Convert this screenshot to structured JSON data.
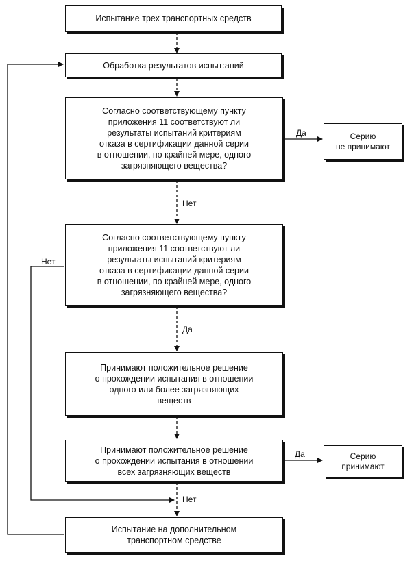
{
  "boxes": {
    "start": "Испытание трех транспортных средств",
    "processing": "Обработка результатов испыт:аний",
    "question1": "Согласно соответствующему пункту\nприложения 11 соответствуют ли\nрезультаты испытаний критериям\nотказа в сертификации данной серии\nв отношении, по  крайней мере, одного\nзагрязняющего вещества?",
    "reject": "Серию\nне принимают",
    "question2": "Согласно соответствующему пункту\nприложения 11 соответствуют ли\nрезультаты испытаний критериям\nотказа в сертификации данной серии\nв отношении, по крайней мере, одного\nзагрязняющего вещества?",
    "decision_some": "Принимают положительное решение\nо прохождении испытания в отношении\nодного или более загрязняющих\nвеществ",
    "decision_all": "Принимают положительное решение\nо прохождении испытания в отношении\nвсех загрязняющих веществ",
    "accept": "Серию\nпринимают",
    "additional": "Испытание на дополнительном\nтранспортном средстве"
  },
  "labels": {
    "yes_reject": "Да",
    "no_q1": "Нет",
    "no_q2": "Нет",
    "yes_q2": "Да",
    "yes_accept": "Да",
    "no_all": "Нет"
  }
}
